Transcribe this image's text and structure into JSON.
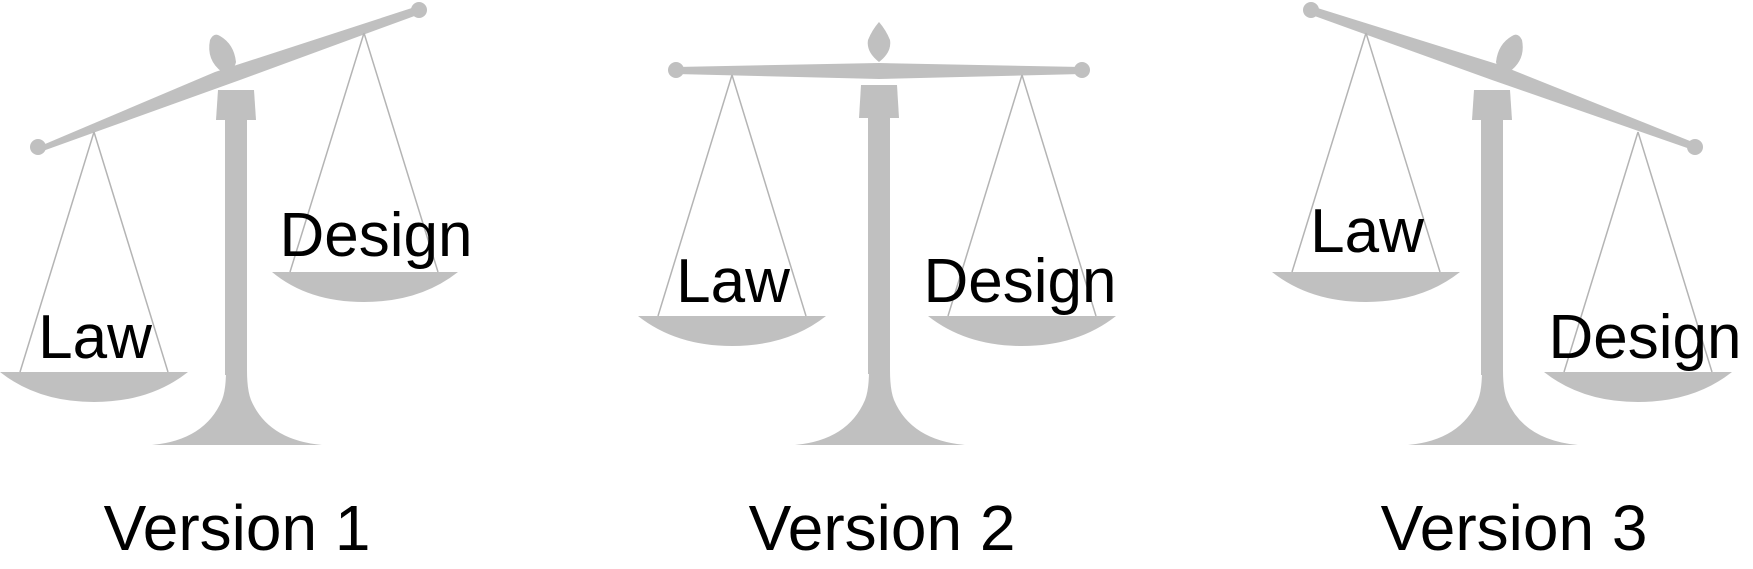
{
  "colors": {
    "scale": "#c0c0c0",
    "rope": "#b4b4b4",
    "text": "#000000"
  },
  "versions": [
    {
      "caption": "Version 1",
      "left_label": "Law",
      "right_label": "Design",
      "tilt": "left-heavy"
    },
    {
      "caption": "Version 2",
      "left_label": "Law",
      "right_label": "Design",
      "tilt": "balanced"
    },
    {
      "caption": "Version 3",
      "left_label": "Law",
      "right_label": "Design",
      "tilt": "right-heavy"
    }
  ]
}
